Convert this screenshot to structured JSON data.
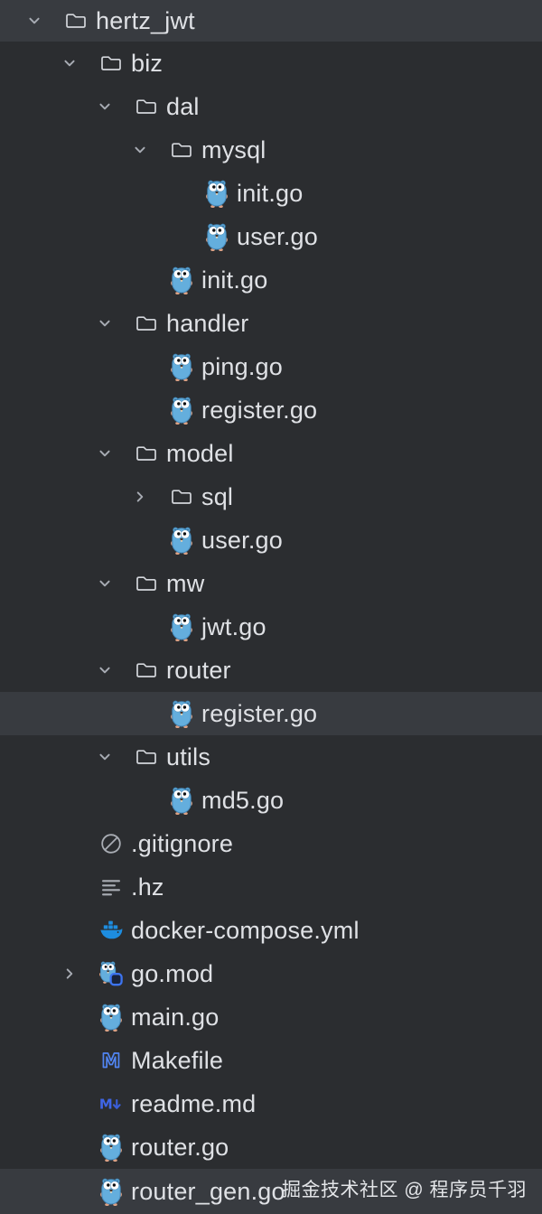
{
  "app": {
    "panel": "project-file-tree"
  },
  "colors": {
    "background": "#2b2d30",
    "row_highlight": "#383b40",
    "text": "#dfe1e5",
    "folder_outline": "#d3d6db",
    "chevron": "#a8acb4",
    "muted_icon": "#a9adb4",
    "gopher_blue": "#64aedd",
    "docker_blue": "#1d8de0",
    "module_badge_blue": "#3d74f0",
    "makefile_blue": "#5185f2",
    "markdown_blue": "#3f66e6"
  },
  "watermark": {
    "text": "掘金技术社区 @ 程序员千羽"
  },
  "tree": {
    "rows": [
      {
        "label": "hertz_jwt",
        "depth": 0,
        "type": "folder",
        "chevron": "down",
        "icon": "folder-icon",
        "highlighted": true
      },
      {
        "label": "biz",
        "depth": 1,
        "type": "folder",
        "chevron": "down",
        "icon": "folder-icon",
        "highlighted": false
      },
      {
        "label": "dal",
        "depth": 2,
        "type": "folder",
        "chevron": "down",
        "icon": "folder-icon",
        "highlighted": false
      },
      {
        "label": "mysql",
        "depth": 3,
        "type": "folder",
        "chevron": "down",
        "icon": "folder-icon",
        "highlighted": false
      },
      {
        "label": "init.go",
        "depth": 4,
        "type": "file",
        "chevron": null,
        "icon": "go-gopher-icon",
        "highlighted": false
      },
      {
        "label": "user.go",
        "depth": 4,
        "type": "file",
        "chevron": null,
        "icon": "go-gopher-icon",
        "highlighted": false
      },
      {
        "label": "init.go",
        "depth": 3,
        "type": "file",
        "chevron": null,
        "icon": "go-gopher-icon",
        "highlighted": false
      },
      {
        "label": "handler",
        "depth": 2,
        "type": "folder",
        "chevron": "down",
        "icon": "folder-icon",
        "highlighted": false
      },
      {
        "label": "ping.go",
        "depth": 3,
        "type": "file",
        "chevron": null,
        "icon": "go-gopher-icon",
        "highlighted": false
      },
      {
        "label": "register.go",
        "depth": 3,
        "type": "file",
        "chevron": null,
        "icon": "go-gopher-icon",
        "highlighted": false
      },
      {
        "label": "model",
        "depth": 2,
        "type": "folder",
        "chevron": "down",
        "icon": "folder-icon",
        "highlighted": false
      },
      {
        "label": "sql",
        "depth": 3,
        "type": "folder",
        "chevron": "right",
        "icon": "folder-icon",
        "highlighted": false
      },
      {
        "label": "user.go",
        "depth": 3,
        "type": "file",
        "chevron": null,
        "icon": "go-gopher-icon",
        "highlighted": false
      },
      {
        "label": "mw",
        "depth": 2,
        "type": "folder",
        "chevron": "down",
        "icon": "folder-icon",
        "highlighted": false
      },
      {
        "label": "jwt.go",
        "depth": 3,
        "type": "file",
        "chevron": null,
        "icon": "go-gopher-icon",
        "highlighted": false
      },
      {
        "label": "router",
        "depth": 2,
        "type": "folder",
        "chevron": "down",
        "icon": "folder-icon",
        "highlighted": false
      },
      {
        "label": "register.go",
        "depth": 3,
        "type": "file",
        "chevron": null,
        "icon": "go-gopher-icon",
        "highlighted": true
      },
      {
        "label": "utils",
        "depth": 2,
        "type": "folder",
        "chevron": "down",
        "icon": "folder-icon",
        "highlighted": false
      },
      {
        "label": "md5.go",
        "depth": 3,
        "type": "file",
        "chevron": null,
        "icon": "go-gopher-icon",
        "highlighted": false
      },
      {
        "label": ".gitignore",
        "depth": 1,
        "type": "file",
        "chevron": null,
        "icon": "ignore-icon",
        "highlighted": false
      },
      {
        "label": ".hz",
        "depth": 1,
        "type": "file",
        "chevron": null,
        "icon": "text-file-icon",
        "highlighted": false
      },
      {
        "label": "docker-compose.yml",
        "depth": 1,
        "type": "file",
        "chevron": null,
        "icon": "docker-whale-icon",
        "highlighted": false
      },
      {
        "label": "go.mod",
        "depth": 1,
        "type": "file",
        "chevron": "right",
        "icon": "go-module-icon",
        "highlighted": false
      },
      {
        "label": "main.go",
        "depth": 1,
        "type": "file",
        "chevron": null,
        "icon": "go-gopher-icon",
        "highlighted": false
      },
      {
        "label": "Makefile",
        "depth": 1,
        "type": "file",
        "chevron": null,
        "icon": "makefile-icon",
        "highlighted": false
      },
      {
        "label": "readme.md",
        "depth": 1,
        "type": "file",
        "chevron": null,
        "icon": "markdown-icon",
        "highlighted": false
      },
      {
        "label": "router.go",
        "depth": 1,
        "type": "file",
        "chevron": null,
        "icon": "go-gopher-icon",
        "highlighted": false
      },
      {
        "label": "router_gen.go",
        "depth": 1,
        "type": "file",
        "chevron": null,
        "icon": "go-gopher-icon",
        "highlighted": true
      }
    ]
  }
}
